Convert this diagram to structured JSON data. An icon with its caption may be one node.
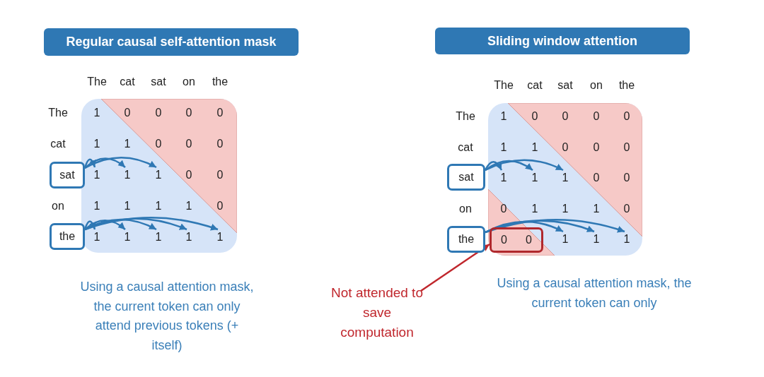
{
  "diagram": {
    "nodes": [
      {
        "text": [
          "Regular causal self-attention mask"
        ]
      },
      {
        "text": [
          "sat"
        ]
      },
      {
        "text": [
          "1"
        ]
      },
      {
        "text": [
          "1"
        ]
      },
      {
        "text": [
          "1"
        ]
      },
      {
        "text": [
          "the"
        ]
      },
      {
        "text": [
          "1"
        ]
      },
      {
        "text": [
          "1"
        ]
      },
      {
        "text": [
          "1"
        ]
      },
      {
        "text": [
          "1"
        ]
      },
      {
        "text": [
          "1"
        ]
      },
      {
        "text": [
          "Sliding window attention"
        ]
      },
      {
        "text": [
          "sat"
        ]
      },
      {
        "text": [
          "1"
        ]
      },
      {
        "text": [
          "1"
        ]
      },
      {
        "text": [
          "1"
        ]
      },
      {
        "text": [
          "the"
        ]
      },
      {
        "text": [
          "0",
          "0"
        ]
      },
      {
        "text": [
          "1"
        ]
      },
      {
        "text": [
          "1"
        ]
      },
      {
        "text": [
          "1"
        ]
      },
      {
        "text": [
          "Not attended to save computation"
        ]
      }
    ],
    "edges": [
      {
        "from": 1,
        "to": 2,
        "arrow": "to"
      },
      {
        "from": 1,
        "to": 3,
        "arrow": "to"
      },
      {
        "from": 1,
        "to": 4,
        "arrow": "to"
      },
      {
        "from": 5,
        "to": 6,
        "arrow": "to"
      },
      {
        "from": 5,
        "to": 7,
        "arrow": "to"
      },
      {
        "from": 5,
        "to": 8,
        "arrow": "to"
      },
      {
        "from": 5,
        "to": 9,
        "arrow": "to"
      },
      {
        "from": 5,
        "to": 10,
        "arrow": "to"
      },
      {
        "from": 12,
        "to": 13,
        "arrow": "to"
      },
      {
        "from": 12,
        "to": 14,
        "arrow": "to"
      },
      {
        "from": 12,
        "to": 15,
        "arrow": "to"
      },
      {
        "from": 16,
        "to": 18,
        "arrow": "to"
      },
      {
        "from": 16,
        "to": 19,
        "arrow": "to"
      },
      {
        "from": 16,
        "to": 20,
        "arrow": "to"
      },
      {
        "from": 21,
        "to": 17,
        "arrow": "to",
        "color": "#c0272d"
      }
    ],
    "labels": [
      "The",
      "cat",
      "sat",
      "on",
      "the",
      "The",
      "1",
      "0",
      "0",
      "0",
      "0",
      "cat",
      "1",
      "1",
      "0",
      "0",
      "0",
      "0",
      "0",
      "on",
      "1",
      "1",
      "1",
      "1",
      "0",
      "The",
      "cat",
      "sat",
      "on",
      "the",
      "The",
      "1",
      "0",
      "0",
      "0",
      "0",
      "cat",
      "1",
      "1",
      "0",
      "0",
      "0",
      "0",
      "0",
      "on",
      "0",
      "1",
      "1",
      "1",
      "0",
      "Using a causal attention mask, the current token can only attend previous tokens (+ itself)",
      "Using a causal attention mask, the current token can only"
    ]
  }
}
